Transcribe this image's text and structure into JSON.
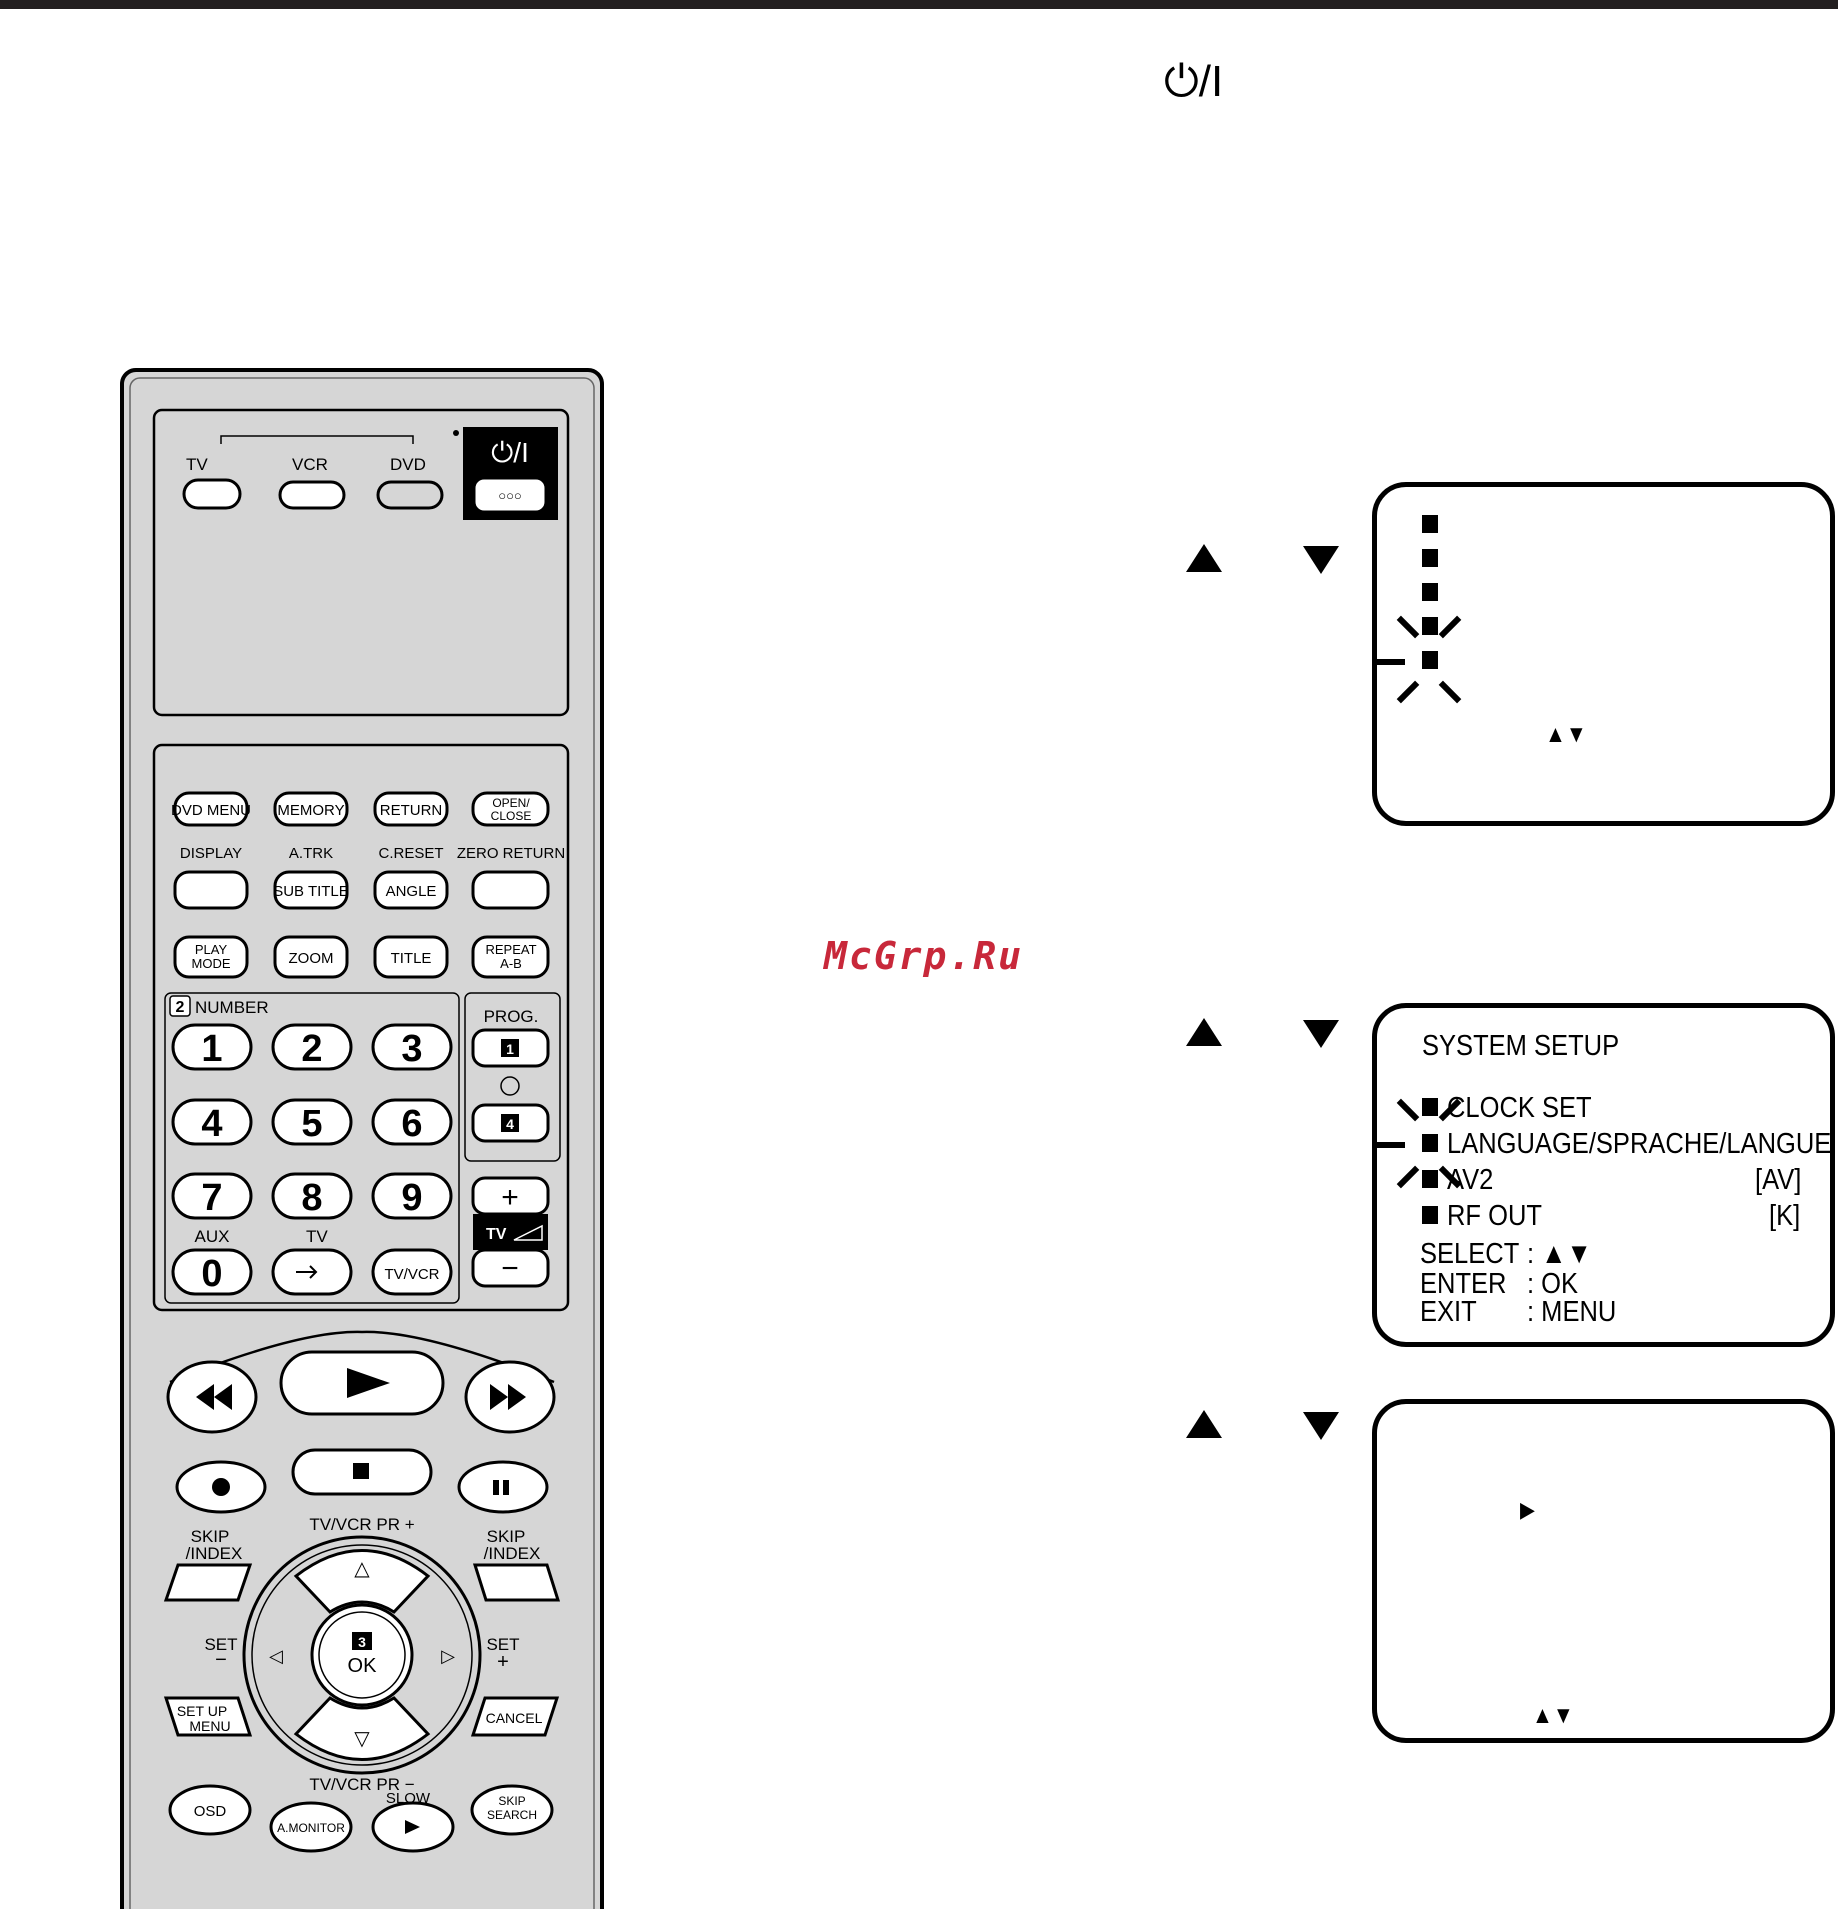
{
  "header": {
    "power_symbol": "⏻/I"
  },
  "watermark": "McGrp.Ru",
  "remote": {
    "mode_labels": {
      "tv": "TV",
      "vcr": "VCR",
      "dvd": "DVD"
    },
    "power_label": "⏻/I",
    "power_dots": "○○○",
    "row1": [
      "DVD MENU",
      "MEMORY",
      "RETURN",
      "OPEN/",
      "CLOSE"
    ],
    "row2_labels": [
      "DISPLAY",
      "A.TRK",
      "C.RESET",
      "ZERO RETURN"
    ],
    "row2_buttons": [
      "SUB TITLE",
      "ANGLE"
    ],
    "row3": [
      "PLAY",
      "MODE",
      "ZOOM",
      "TITLE",
      "REPEAT",
      "A-B"
    ],
    "number_label": "NUMBER",
    "number_step": "2",
    "prog_label": "PROG.",
    "prog_keys": [
      "1",
      "4"
    ],
    "digits": [
      "1",
      "2",
      "3",
      "4",
      "5",
      "6",
      "7",
      "8",
      "9",
      "0"
    ],
    "aux_label": "AUX",
    "tv_label": "TV",
    "tvvcr_label": "TV/VCR",
    "vol_tv_label": "TV",
    "vol_plus": "+",
    "vol_minus": "−",
    "skip_index": [
      "SKIP",
      "/INDEX"
    ],
    "set_minus": [
      "SET",
      "−"
    ],
    "set_plus": [
      "SET",
      "+"
    ],
    "ok_step": "3",
    "ok_label": "OK",
    "pr_top": "TV/VCR PR +",
    "pr_bottom": "TV/VCR PR −",
    "setup_menu": [
      "SET UP",
      "MENU"
    ],
    "cancel": "CANCEL",
    "osd": "OSD",
    "amonitor": "A.MONITOR",
    "slow": "SLOW",
    "skip_search": [
      "SKIP",
      "SEARCH"
    ]
  },
  "screen1": {
    "select_arrows": "▲▼"
  },
  "screen2": {
    "title": "SYSTEM SETUP",
    "items": [
      {
        "label": "CLOCK SET",
        "value": ""
      },
      {
        "label": "LANGUAGE/SPRACHE/LANGUE",
        "value": ""
      },
      {
        "label": "AV2",
        "value": "[AV]"
      },
      {
        "label": "RF OUT",
        "value": "[K]"
      }
    ],
    "select_label": "SELECT",
    "select_value": ":  ▲▼",
    "enter_label": "ENTER",
    "enter_value": ":  OK",
    "exit_label": "EXIT",
    "exit_value": ":  MENU"
  },
  "screen3": {
    "cursor": "▶",
    "select_arrows": "▲▼"
  }
}
